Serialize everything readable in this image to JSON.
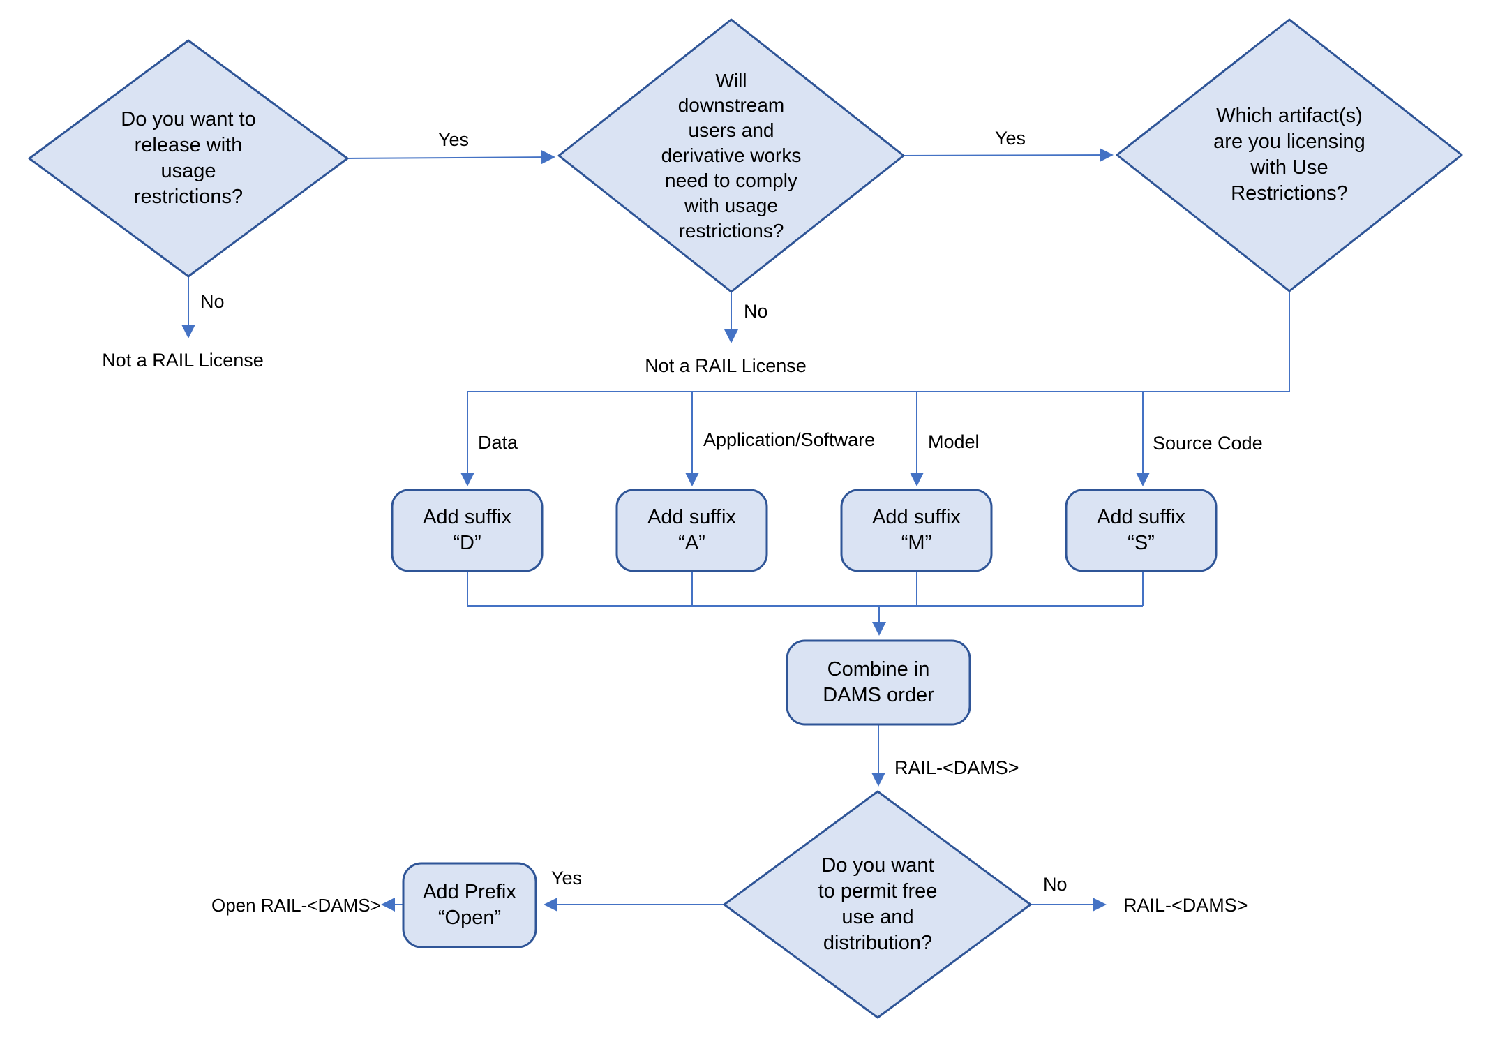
{
  "title": "RAIL license decision flowchart",
  "colors": {
    "shape_fill": "#dae3f3",
    "shape_border": "#2f5597",
    "connector": "#4472c4",
    "text": "#000000"
  },
  "flowchart": {
    "decisions": {
      "release": "Do you want to\nrelease with\nusage\nrestrictions?",
      "downstream": "Will\ndownstream\nusers and\nderivative works\nneed to comply\nwith usage\nrestrictions?",
      "artifacts": "Which artifact(s)\nare you licensing\nwith Use\nRestrictions?",
      "free_use": "Do you want\nto permit free\nuse and\ndistribution?"
    },
    "processes": {
      "suffix_d": "Add suffix\n“D”",
      "suffix_a": "Add suffix\n“A”",
      "suffix_m": "Add suffix\n“M”",
      "suffix_s": "Add suffix\n“S”",
      "combine": "Combine in\nDAMS order",
      "prefix_open": "Add Prefix\n“Open”"
    },
    "edge_labels": {
      "yes1": "Yes",
      "yes2": "Yes",
      "yes3": "Yes",
      "no1": "No",
      "no2": "No",
      "no3": "No",
      "branch_data": "Data",
      "branch_application": "Application/Software",
      "branch_model": "Model",
      "branch_source": "Source Code",
      "rail_dams_mid": "RAIL-<DAMS>"
    },
    "outcomes": {
      "not_rail_1": "Not a RAIL License",
      "not_rail_2": "Not a RAIL License",
      "open_rail": "Open RAIL-<DAMS>",
      "rail_final": "RAIL-<DAMS>"
    }
  }
}
